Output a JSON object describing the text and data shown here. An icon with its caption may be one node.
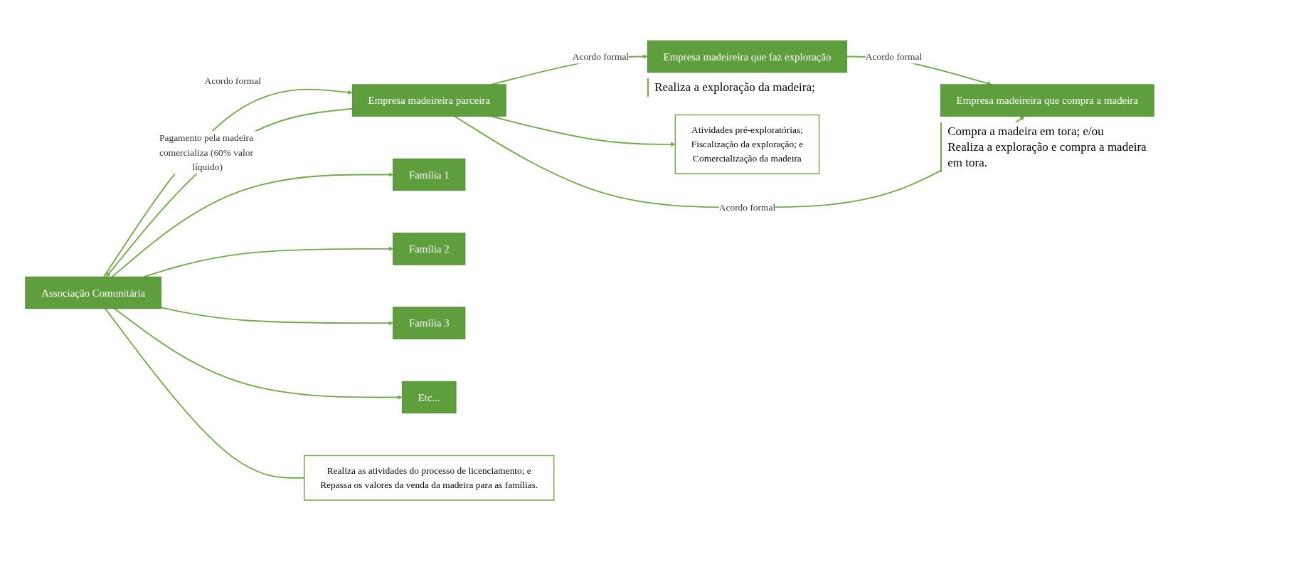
{
  "diagram": {
    "nodes": [
      {
        "text": [
          "Associação Comunitária"
        ]
      },
      {
        "text": [
          "Empresa madeireira parceira"
        ]
      },
      {
        "text": [
          "Empresa madeireira que faz exploração"
        ],
        "beside": [
          "Realiza a exploração da madeira;"
        ]
      },
      {
        "text": [
          "Empresa madeireira que compra a madeira"
        ],
        "beside": [
          "Compra a madeira em tora; e/ou",
          "Realiza a exploração e compra a madeira em tora."
        ]
      },
      {
        "text": [
          "Família 1"
        ]
      },
      {
        "text": [
          "Família 2"
        ]
      },
      {
        "text": [
          "Família 3"
        ]
      },
      {
        "text": [
          "Etc..."
        ]
      },
      {
        "text": [
          "Atividades pré-exploratórias;",
          "Fiscalização da exploração; e",
          "Comercialização da madeira"
        ]
      },
      {
        "text": [
          "Realiza as atividades do processo de licenciamento; e",
          "Repassa os valores da venda da madeira para as famílias."
        ]
      }
    ],
    "edges": [
      {
        "from": 1,
        "to": 0,
        "arrow": "to",
        "label": "Pagamento pela madeira comercializa (60% valor líquido)"
      },
      {
        "from": 0,
        "to": 1,
        "arrow": "to",
        "label": "Acordo formal"
      },
      {
        "from": 1,
        "to": 8,
        "arrow": "to"
      },
      {
        "from": 1,
        "to": 2,
        "arrow": "to",
        "label": "Acordo formal"
      },
      {
        "from": 2,
        "to": 3,
        "arrow": "to",
        "label": "Acordo formal"
      },
      {
        "from": 1,
        "to": 3,
        "arrow": "to",
        "label": "Acordo formal"
      },
      {
        "from": 0,
        "to": 9,
        "arrow": "none"
      },
      {
        "from": 0,
        "to": 4,
        "arrow": "to"
      },
      {
        "from": 0,
        "to": 5,
        "arrow": "to"
      },
      {
        "from": 0,
        "to": 6,
        "arrow": "to"
      },
      {
        "from": 0,
        "to": 7,
        "arrow": "to"
      }
    ]
  }
}
